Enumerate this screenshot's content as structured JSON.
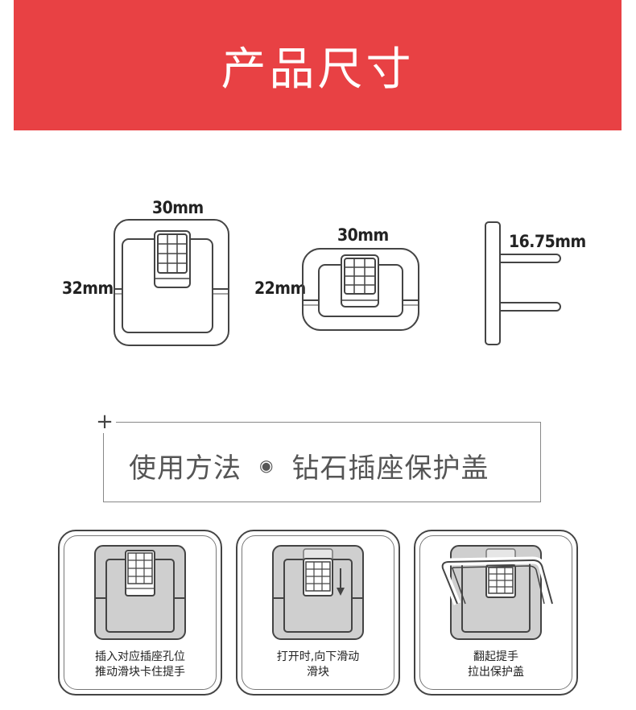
{
  "header": {
    "title": "产品尺寸"
  },
  "dimensions": {
    "front_width": "30mm",
    "front_height": "32mm",
    "flat_width": "30mm",
    "flat_height": "22mm",
    "side_depth": "16.75mm"
  },
  "usage": {
    "plus_symbol": "+",
    "title_left": "使用方法",
    "separator": "◉",
    "title_right": "钻石插座保护盖"
  },
  "steps": [
    {
      "line1": "插入对应插座孔位",
      "line2": "推动滑块卡住提手"
    },
    {
      "line1": "打开时,向下滑动",
      "line2": "滑块"
    },
    {
      "line1": "翻起提手",
      "line2": "拉出保护盖"
    }
  ],
  "colors": {
    "banner": "#e84144",
    "step_fill": "#cfcfcf",
    "outline": "#444444"
  }
}
